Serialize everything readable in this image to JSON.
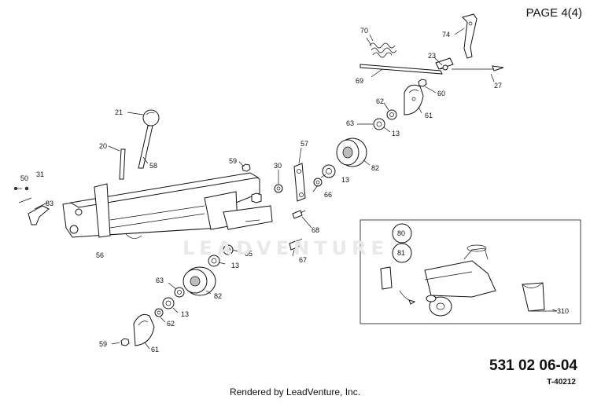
{
  "header": {
    "page_label": "PAGE 4(4)"
  },
  "footer": {
    "part_number": "531 02 06-04",
    "drawing_id": "T-40212",
    "rendered_by": "Rendered by LeadVenture, Inc."
  },
  "watermark": "LEADVENTURE",
  "callouts": {
    "c70": "70",
    "c74": "74",
    "c23": "23",
    "c69": "69",
    "c27": "27",
    "c60": "60",
    "c62a": "62",
    "c61a": "61",
    "c63a": "63",
    "c13a": "13",
    "c82a": "82",
    "c21": "21",
    "c20": "20",
    "c58": "58",
    "c57": "57",
    "c59a": "59",
    "c30": "30",
    "c13b": "13",
    "c66": "66",
    "c50": "50",
    "c31": "31",
    "c83": "83",
    "c56": "56",
    "c68": "68",
    "c65": "65",
    "c13c": "13",
    "c67": "67",
    "c63b": "63",
    "c82b": "82",
    "c13d": "13",
    "c62b": "62",
    "c59b": "59",
    "c61b": "61",
    "c80": "80",
    "c81": "81",
    "c310": "310"
  }
}
